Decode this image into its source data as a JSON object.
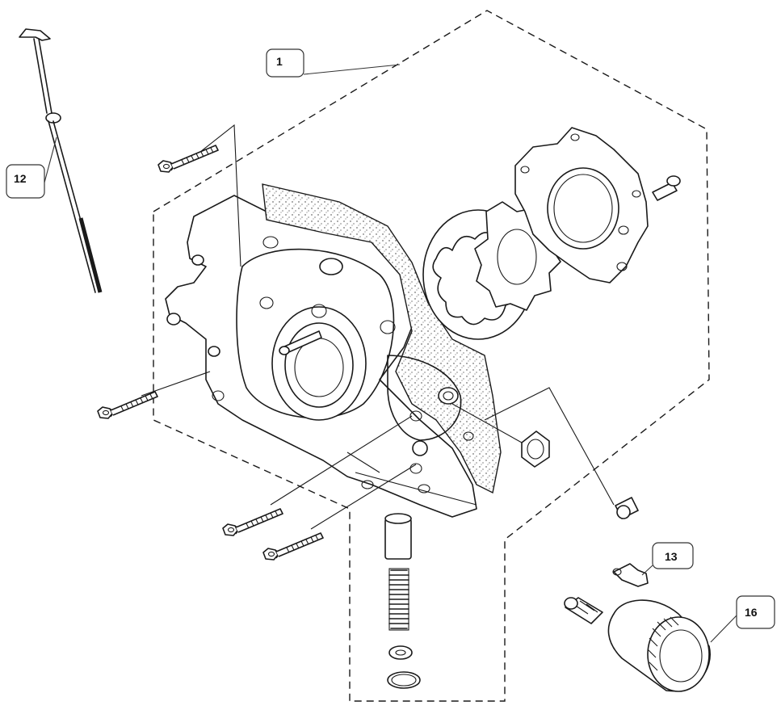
{
  "callouts": [
    {
      "id": "callout-1",
      "label": "1"
    },
    {
      "id": "callout-12",
      "label": "12"
    },
    {
      "id": "callout-13",
      "label": "13"
    },
    {
      "id": "callout-16",
      "label": "16"
    }
  ]
}
